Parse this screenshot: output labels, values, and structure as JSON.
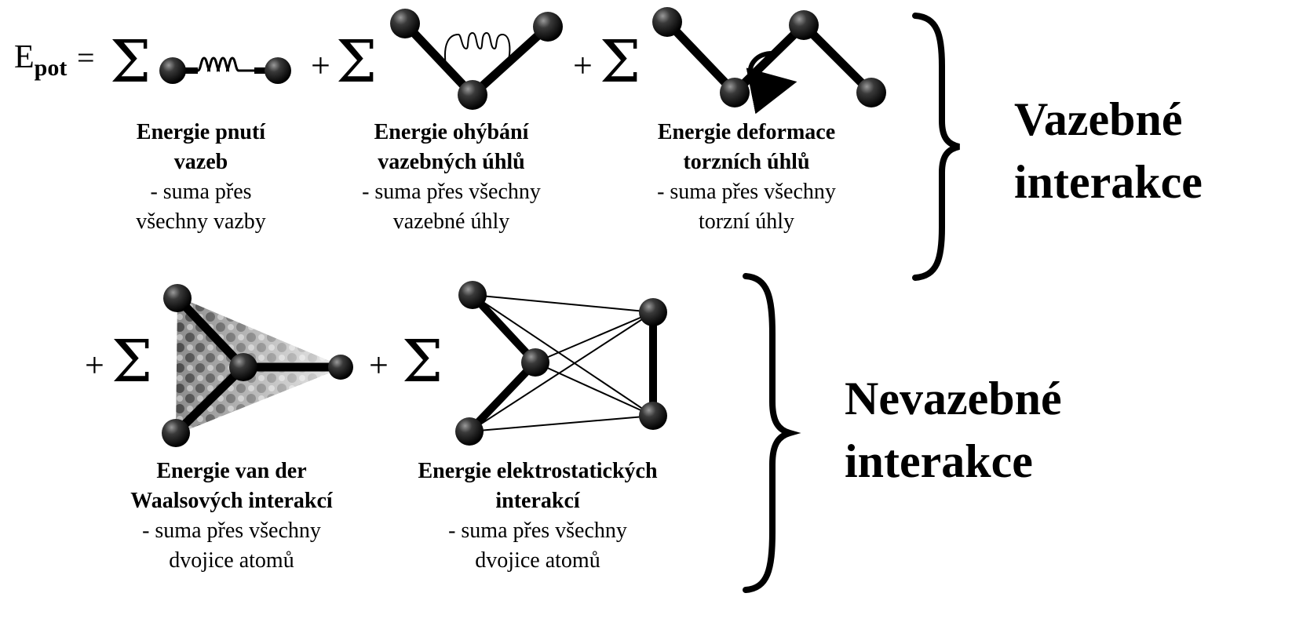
{
  "equation": {
    "lhs_symbol": "E",
    "lhs_subscript": "pot",
    "equals": "=",
    "sum": "Σ",
    "plus": "+"
  },
  "terms": [
    {
      "title_line1": "Energie pnutí",
      "title_line2": "vazeb",
      "desc_line1": "- suma přes",
      "desc_line2": "všechny vazby"
    },
    {
      "title_line1": "Energie ohýbání",
      "title_line2": "vazebných úhlů",
      "desc_line1": "- suma přes všechny",
      "desc_line2": "vazebné úhly"
    },
    {
      "title_line1": "Energie deformace",
      "title_line2": "torzních úhlů",
      "desc_line1": "- suma přes všechny",
      "desc_line2": "torzní úhly"
    },
    {
      "title_line1": "Energie van der",
      "title_line2": "Waalsových interakcí",
      "desc_line1": "- suma přes všechny",
      "desc_line2": "dvojice atomů"
    },
    {
      "title_line1": "Energie elektrostatických",
      "title_line2": "interakcí",
      "desc_line1": "- suma přes všechny",
      "desc_line2": "dvojice atomů"
    }
  ],
  "groups": {
    "bonded": {
      "line1": "Vazebné",
      "line2": "interakce"
    },
    "nonbonded": {
      "line1": "Nevazebné",
      "line2": "interakce"
    }
  }
}
